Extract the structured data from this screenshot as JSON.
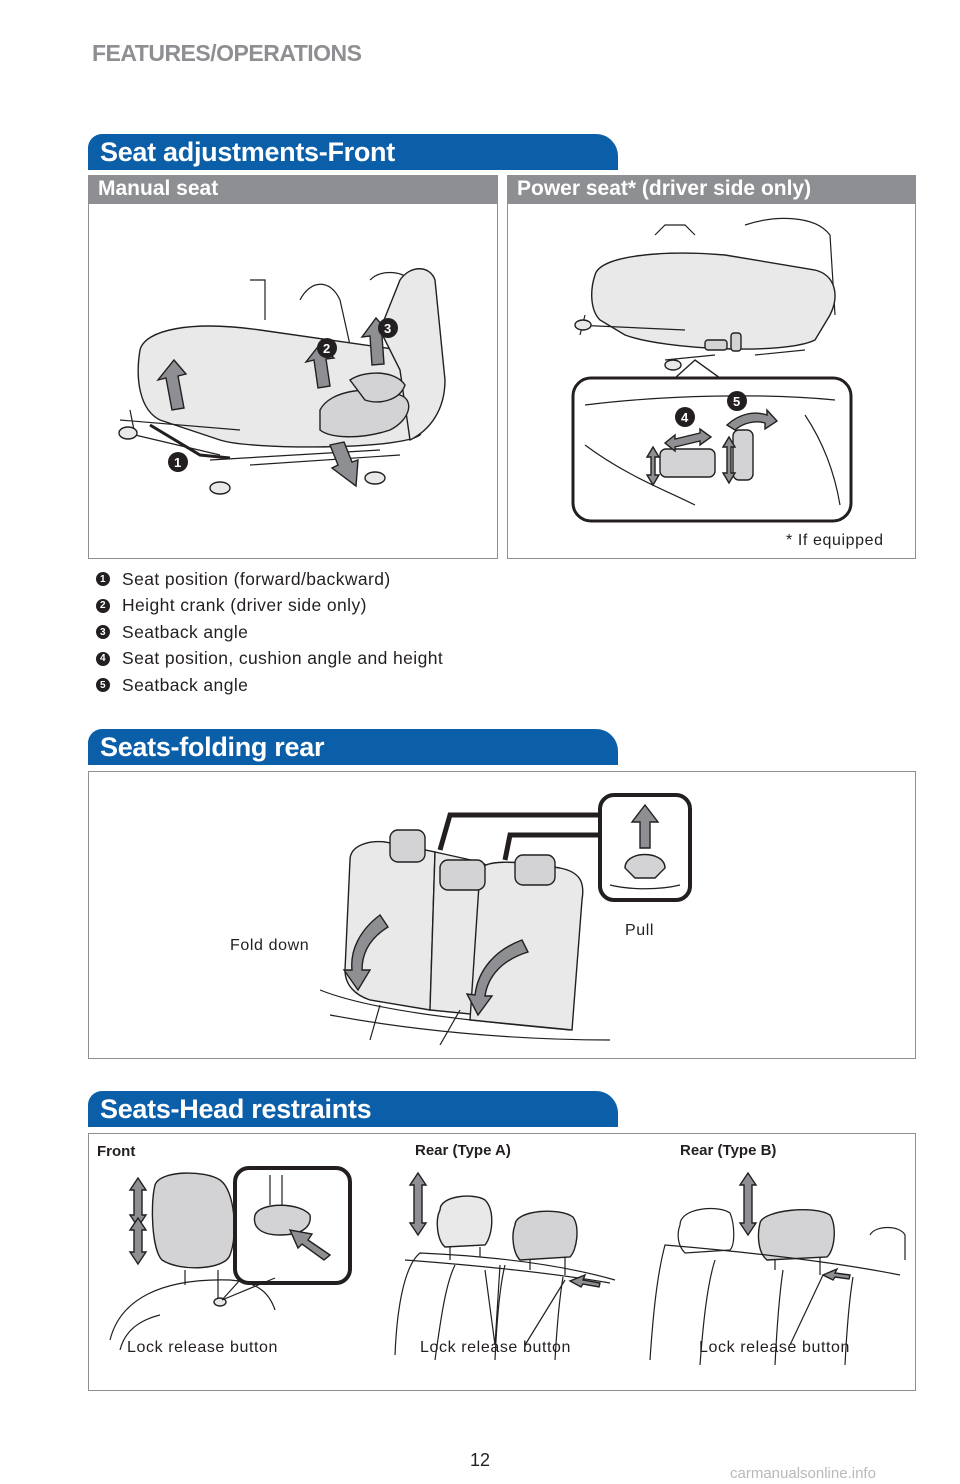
{
  "header": {
    "title": "FEATURES/OPERATIONS"
  },
  "front_seats": {
    "section_title": "Seat adjustments-Front",
    "manual_label": "Manual seat",
    "power_label": "Power seat* (driver side only)",
    "footnote": "* If equipped",
    "callouts": [
      "1",
      "2",
      "3",
      "4",
      "5"
    ],
    "legend": [
      {
        "num": "1",
        "text": "Seat position (forward/backward)"
      },
      {
        "num": "2",
        "text": "Height crank (driver side only)"
      },
      {
        "num": "3",
        "text": "Seatback angle"
      },
      {
        "num": "4",
        "text": "Seat position, cushion angle and height"
      },
      {
        "num": "5",
        "text": "Seatback angle"
      }
    ]
  },
  "rear_seats": {
    "section_title": "Seats-folding rear",
    "fold_label": "Fold down",
    "pull_label": "Pull"
  },
  "head_restraints": {
    "section_title": "Seats-Head restraints",
    "front_label": "Front",
    "rear_a_label": "Rear (Type A)",
    "rear_b_label": "Rear (Type B)",
    "lock_label_1": "Lock release button",
    "lock_label_2": "Lock release button",
    "lock_label_3": "Lock release button"
  },
  "page_number": "12",
  "footer_text": "carmanualsonline.info"
}
